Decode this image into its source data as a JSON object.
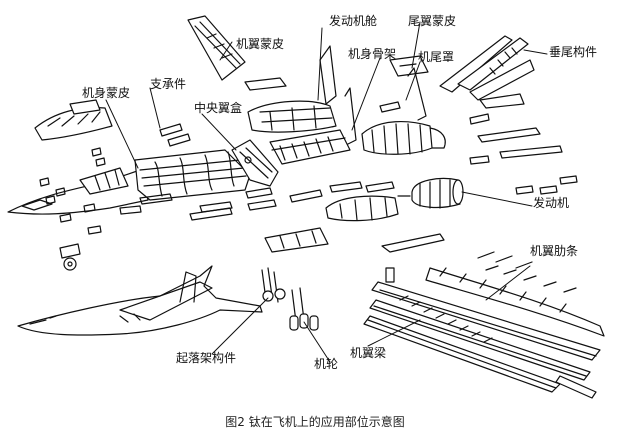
{
  "labels": {
    "wing_skin": "机翼蒙皮",
    "engine_cabin": "发动机舱",
    "tail_skin": "尾翼蒙皮",
    "fuselage_frame": "机身骨架",
    "nacelle": "机尾罩",
    "vertical_tail": "垂尾构件",
    "fuselage_skin": "机身蒙皮",
    "bearing": "支承件",
    "center_wing_box": "中央翼盒",
    "engine": "发动机",
    "wing_rib": "机翼肋条",
    "landing_gear": "起落架构件",
    "wheel": "机轮",
    "wing_beam": "机翼梁"
  },
  "caption": "图2 钛在飞机上的应用部位示意图"
}
